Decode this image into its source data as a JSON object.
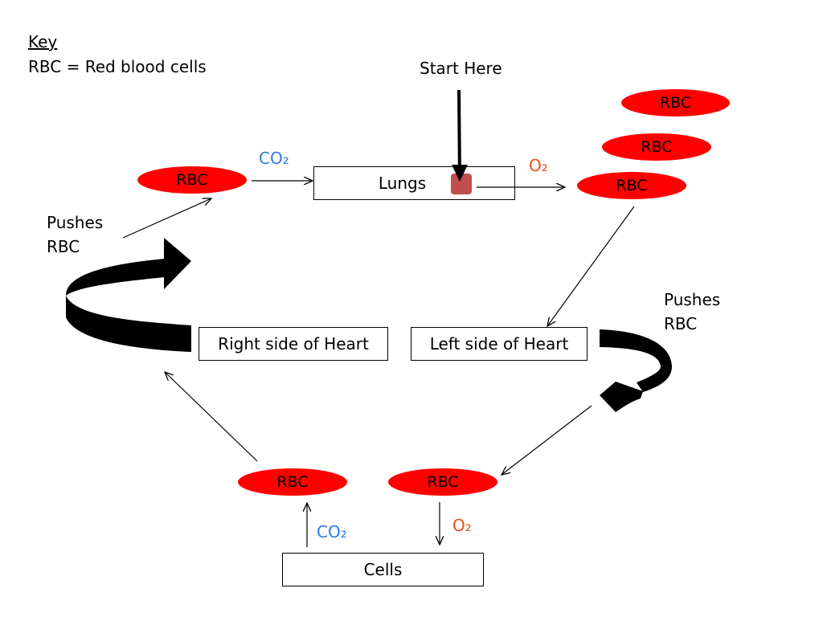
{
  "key": {
    "title": "Key",
    "line": "RBC = Red blood cells"
  },
  "start_label": "Start Here",
  "boxes": {
    "lungs": "Lungs",
    "right_heart": "Right  side of Heart",
    "left_heart": "Left  side of Heart",
    "cells": "Cells"
  },
  "rbc_label": "RBC",
  "gases": {
    "co2": "CO₂",
    "o2": "O₂"
  },
  "pushes": {
    "line1": "Pushes",
    "line2": "RBC"
  },
  "colors": {
    "rbc": "#ff0000",
    "co2": "#2b7de0",
    "o2": "#e8501a",
    "marker": "#c0504d"
  }
}
